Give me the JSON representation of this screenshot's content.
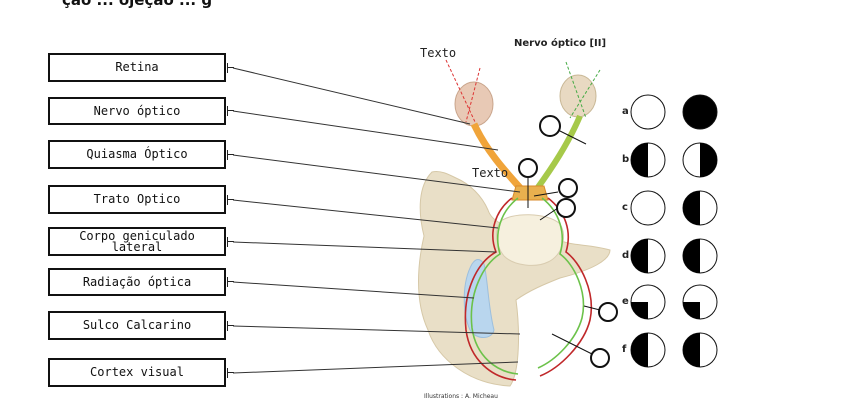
{
  "header": {
    "title_fragment": "ção ... ojeção ... g"
  },
  "labels": [
    "Retina",
    "Nervo óptico",
    "Quiasma Óptico",
    "Trato Optico",
    "Corpo geniculado lateral",
    "Radiação óptica",
    "Sulco Calcarino",
    "Cortex visual"
  ],
  "diagram": {
    "texto_top": "Texto",
    "texto_mid": "Texto",
    "nerve_title": "Nervo óptico [II]",
    "credit": "Illustrations : A. Micheau"
  },
  "visual_fields": {
    "rows": [
      {
        "letter": "a",
        "left": "empty",
        "right": "full"
      },
      {
        "letter": "b",
        "left": "left-half",
        "right": "right-half"
      },
      {
        "letter": "c",
        "left": "empty",
        "right": "left-half"
      },
      {
        "letter": "d",
        "left": "left-half",
        "right": "left-half"
      },
      {
        "letter": "e",
        "left": "lower-left-quarter",
        "right": "lower-left-quarter"
      },
      {
        "letter": "f",
        "left": "left-half",
        "right": "left-half"
      }
    ]
  },
  "colors": {
    "nerve_orange": "#f0a43a",
    "nerve_green": "#a6c94a",
    "tract_red": "#c0282a",
    "tract_green": "#6cc24a",
    "brain_beige": "#e9dfc7",
    "ventricle_blue": "#b9d6ee"
  }
}
